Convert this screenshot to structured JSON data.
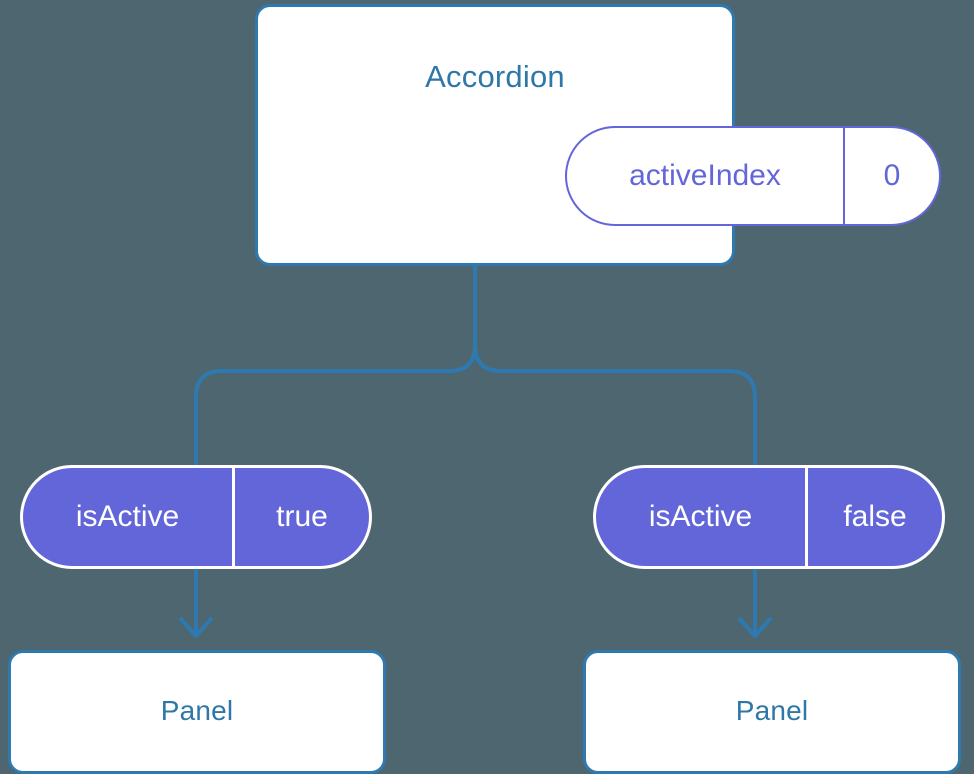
{
  "theme": {
    "background": "#4d666f",
    "box_fill": "#ffffff",
    "box_border": "#2e7ab0",
    "title_text": "#2e77a8",
    "accent_purple": "#6366d8",
    "wire": "#2e7ab0",
    "pill_text_light": "#ffffff"
  },
  "diagram": {
    "type": "component-tree",
    "root": {
      "title": "Accordion",
      "state_pill": {
        "key": "activeIndex",
        "value": "0"
      }
    },
    "branches": [
      {
        "prop_pill": {
          "key": "isActive",
          "value": "true"
        },
        "child": {
          "title": "Panel"
        }
      },
      {
        "prop_pill": {
          "key": "isActive",
          "value": "false"
        },
        "child": {
          "title": "Panel"
        }
      }
    ],
    "connectors": [
      {
        "name": "root-to-split",
        "kind": "elbow-split"
      },
      {
        "name": "left-pill-to-panel",
        "kind": "arrow-down"
      },
      {
        "name": "right-pill-to-panel",
        "kind": "arrow-down"
      }
    ]
  }
}
